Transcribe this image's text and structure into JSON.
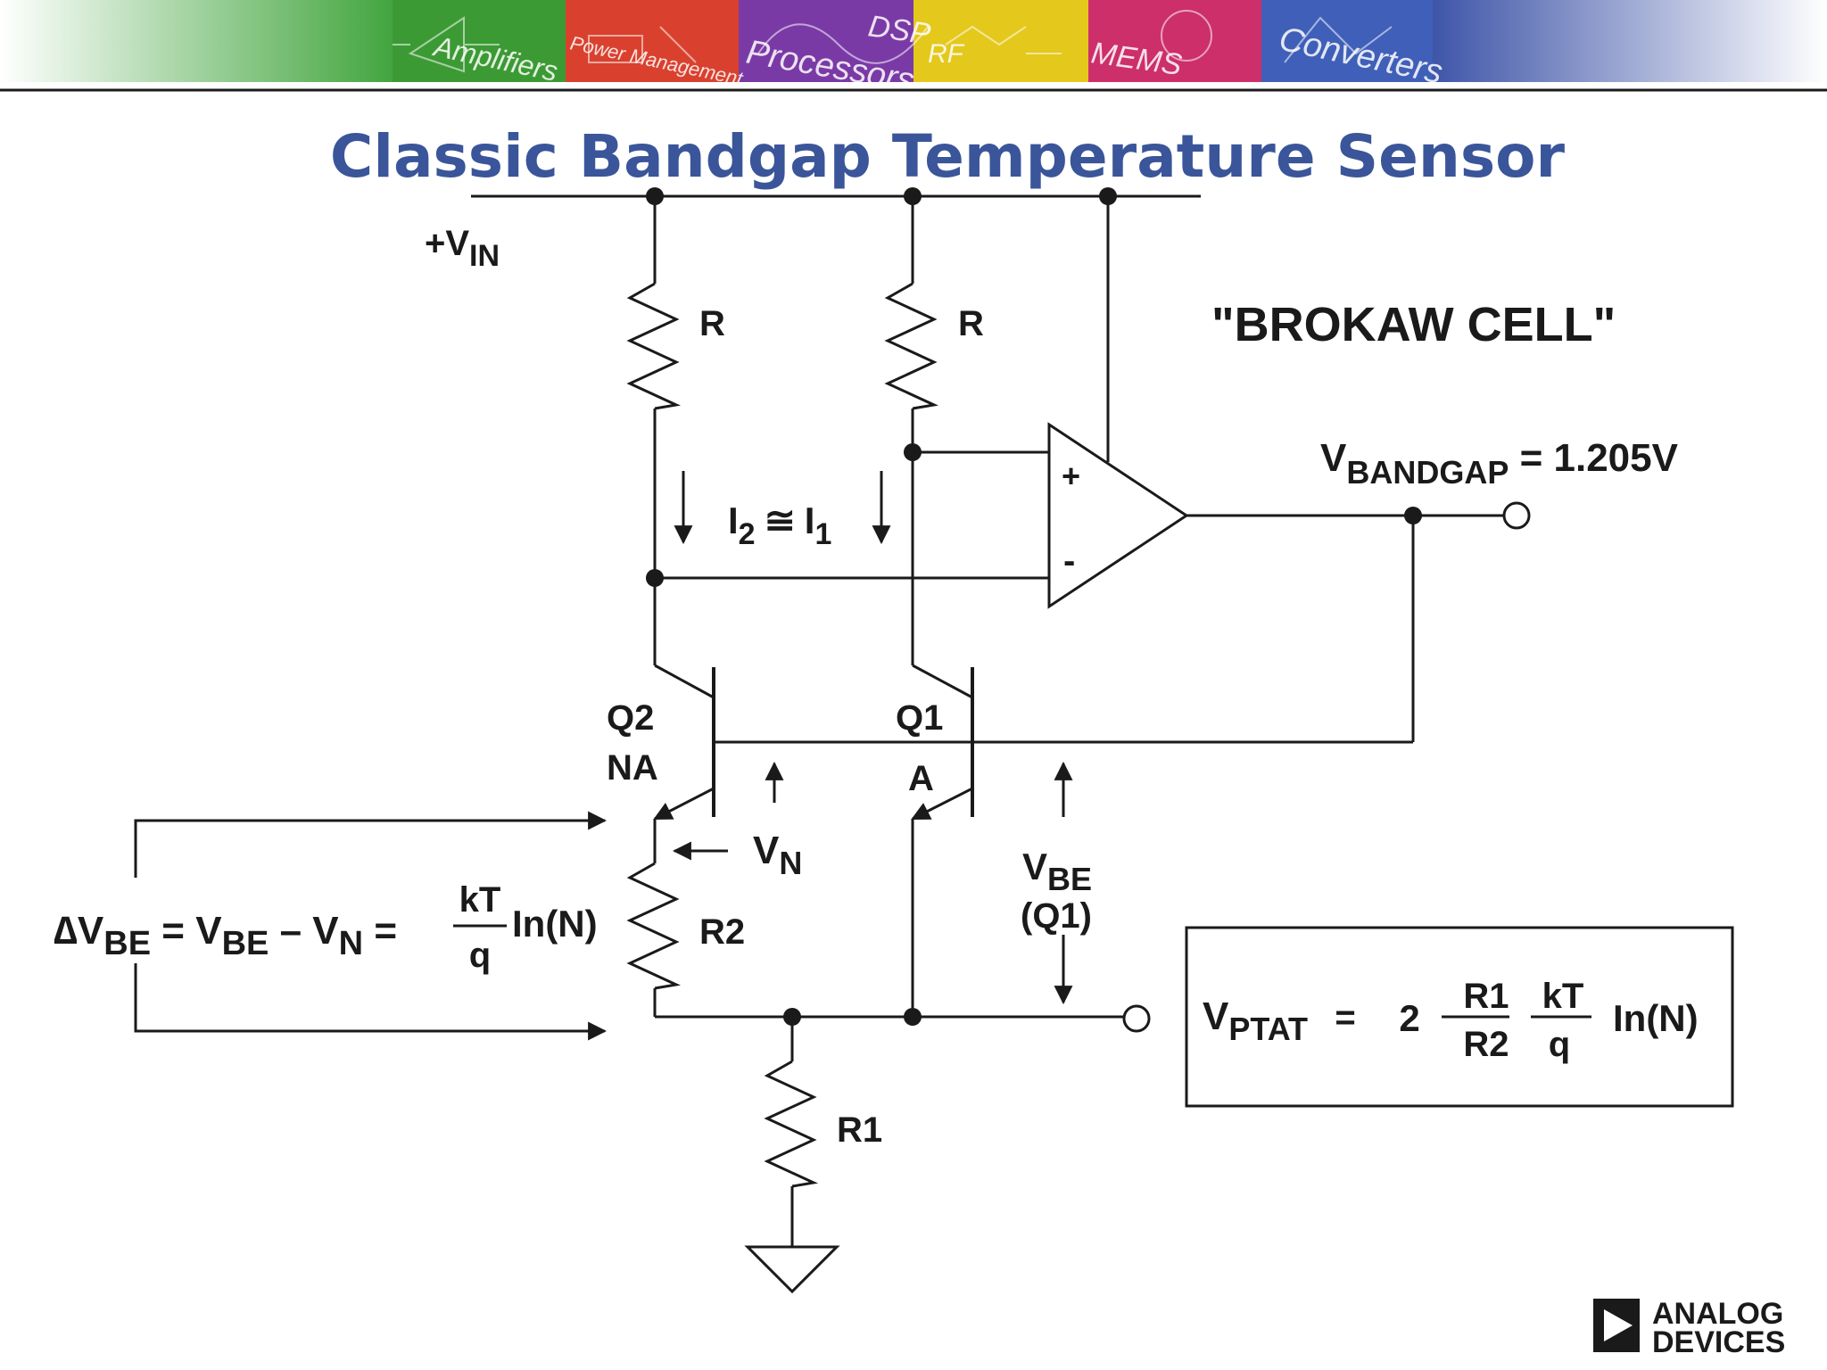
{
  "banner": {
    "segments": [
      {
        "label": "Amplifiers",
        "color": "#3c9a34"
      },
      {
        "label": "Power Management",
        "color": "#d9412e"
      },
      {
        "label": "Processors",
        "color": "#7a3aa6"
      },
      {
        "label": "DSP",
        "color": "#7a3aa6"
      },
      {
        "label": "RF",
        "color": "#e8d41e"
      },
      {
        "label": "MEMS",
        "color": "#cc2f6a"
      },
      {
        "label": "Converters",
        "color": "#3f5fb8"
      }
    ]
  },
  "slide": {
    "title": "Classic Bandgap Temperature Sensor",
    "title_color": "#3a5599",
    "subtitle": "\"BROKAW CELL\""
  },
  "circuit": {
    "vin": {
      "main": "+V",
      "sub": "IN"
    },
    "resistor_left": "R",
    "resistor_right": "R",
    "current_relation": {
      "i2": "I",
      "i2_sub": "2",
      "approx": "≅",
      "i1": "I",
      "i1_sub": "1"
    },
    "opamp_plus": "+",
    "opamp_minus": "-",
    "vbandgap": {
      "main": "V",
      "sub": "BANDGAP",
      "value": " = 1.205V"
    },
    "q2": {
      "name": "Q2",
      "area": "NA"
    },
    "q1": {
      "name": "Q1",
      "area": "A"
    },
    "vn": {
      "main": "V",
      "sub": "N"
    },
    "vbe_q1": {
      "main": "V",
      "sub": "BE",
      "note": "(Q1)"
    },
    "r2": "R2",
    "r1": "R1",
    "delta_vbe_eq": {
      "delta": "∆V",
      "sub1": "BE",
      "eq1": " = V",
      "sub2": "BE",
      "minus": " – V",
      "sub3": "N",
      "eq2": " =",
      "frac_num": "kT",
      "frac_den": "q",
      "tail": "In(N)"
    },
    "vptat_eq": {
      "main": "V",
      "sub": "PTAT",
      "eq": "=",
      "coef": "2",
      "frac1_num": "R1",
      "frac1_den": "R2",
      "frac2_num": "kT",
      "frac2_den": "q",
      "tail": "In(N)"
    }
  },
  "logo": {
    "line1": "ANALOG",
    "line2": "DEVICES"
  }
}
